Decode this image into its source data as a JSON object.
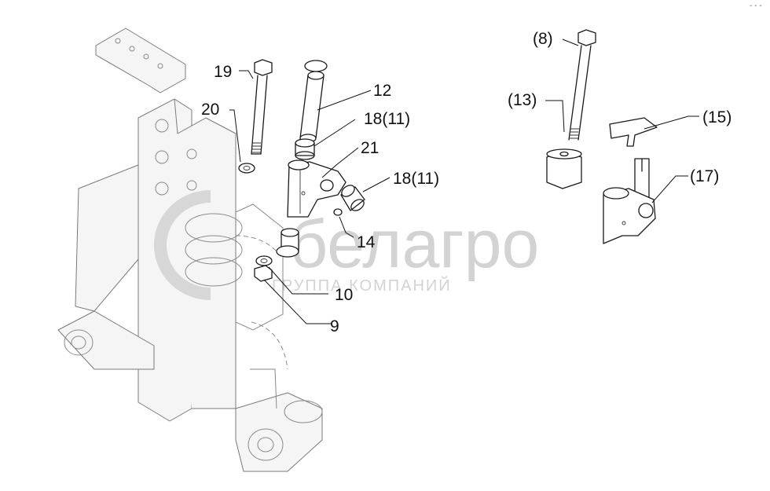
{
  "callouts": {
    "c19": "19",
    "c20": "20",
    "c12": "12",
    "c18a": "18(11)",
    "c21": "21",
    "c18b": "18(11)",
    "c14": "14",
    "c10": "10",
    "c9": "9",
    "c8": "(8)",
    "c13": "(13)",
    "c15": "(15)",
    "c17": "(17)"
  },
  "watermark": {
    "brand": "белагро",
    "tagline": "ГРУППА КОМПАНИЙ"
  },
  "corner_mark": "- - -",
  "colors": {
    "line": "#1a1a1a",
    "frame": "#8a8a8a",
    "watermark": "#cfcfcf"
  }
}
